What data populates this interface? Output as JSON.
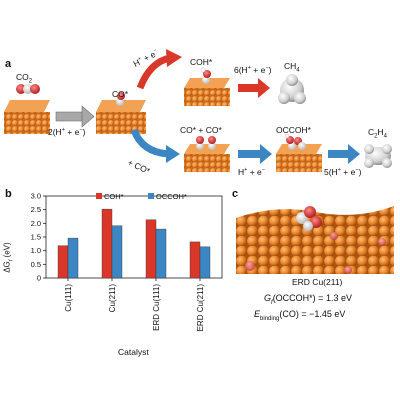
{
  "panels": {
    "a": "a",
    "b": "b",
    "c": "c"
  },
  "panel_a": {
    "co2": "CO",
    "co2_sub": "2",
    "step1": "2(H",
    "step1_tail": "+ e",
    "co_star": "CO*",
    "upper_step": "H",
    "upper_step_tail": "+ e",
    "coh_star": "COH*",
    "upper_step2": "6(H",
    "upper_step2_tail": "+ e",
    "ch4": "CH",
    "ch4_sub": "4",
    "lower_step": "+ CO*",
    "co_co_star": "CO* + CO*",
    "lower_step2": "H",
    "lower_step2_tail": "+ e",
    "occoh_star": "OCCOH*",
    "lower_step3": "5(H",
    "lower_step3_tail": "+ e",
    "c2h4_c": "C",
    "c2h4_sub1": "2",
    "c2h4_h": "H",
    "c2h4_sub2": "4"
  },
  "panel_c": {
    "surface_label": "ERD Cu(211)",
    "line1_prefix": "G",
    "line1_sub": "f",
    "line1_rest": "(OCCOH*) = 1.3 eV",
    "line2_prefix": "E",
    "line2_sub": "binding",
    "line2_rest": "(CO) = −1.45 eV"
  },
  "chart_data": {
    "type": "bar",
    "categories": [
      "Cu(111)",
      "Cu(211)",
      "ERD Cu(111)",
      "ERD Cu(211)"
    ],
    "series": [
      {
        "name": "COH*",
        "values": [
          1.18,
          2.52,
          2.13,
          1.32
        ],
        "color": "#d9372a"
      },
      {
        "name": "OCCOH*",
        "values": [
          1.46,
          1.91,
          1.79,
          1.14
        ],
        "color": "#3c86c4"
      }
    ],
    "title": "",
    "xlabel": "Catalyst",
    "ylabel": "ΔG",
    "ylabel_sub": "f",
    "ylabel_unit": "(eV)",
    "ylim": [
      0,
      3.0
    ],
    "yticks": [
      "0",
      "0.5",
      "1.0",
      "1.5",
      "2.0",
      "2.5",
      "3.0"
    ],
    "legend_position": "top-right"
  },
  "colors": {
    "copper": "#e8842a",
    "copper_dark": "#b85f14",
    "red_arrow": "#d9372a",
    "blue_arrow": "#3c86c4",
    "grey_arrow": "#9a9a9a"
  }
}
